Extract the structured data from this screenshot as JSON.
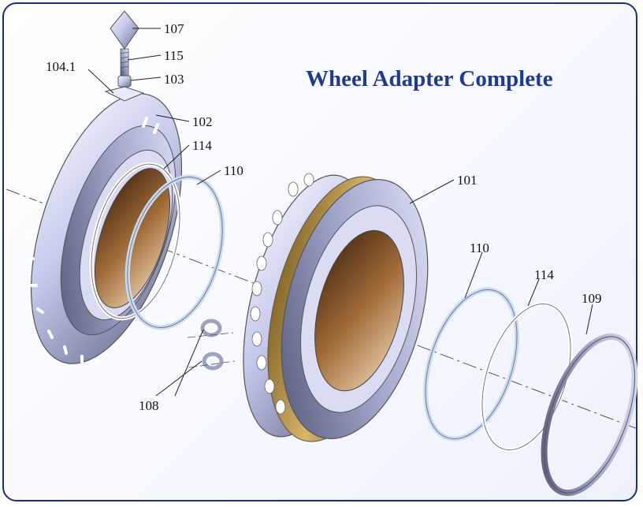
{
  "title": "Wheel Adapter Complete",
  "colors": {
    "title": "#1f3a93",
    "frame": "#1a2f7a",
    "steel_light": "#f2f3ff",
    "steel_mid": "#b8bde0",
    "steel_dark": "#5a5f80",
    "bronze": "#8a5a2b",
    "seal_blue": "#b9d4f0"
  },
  "callouts": {
    "c107": "107",
    "c115": "115",
    "c104_1": "104.1",
    "c103": "103",
    "c102": "102",
    "c114_left": "114",
    "c110_left": "110",
    "c101": "101",
    "c110_right": "110",
    "c114_right": "114",
    "c109": "109",
    "c108": "108"
  }
}
